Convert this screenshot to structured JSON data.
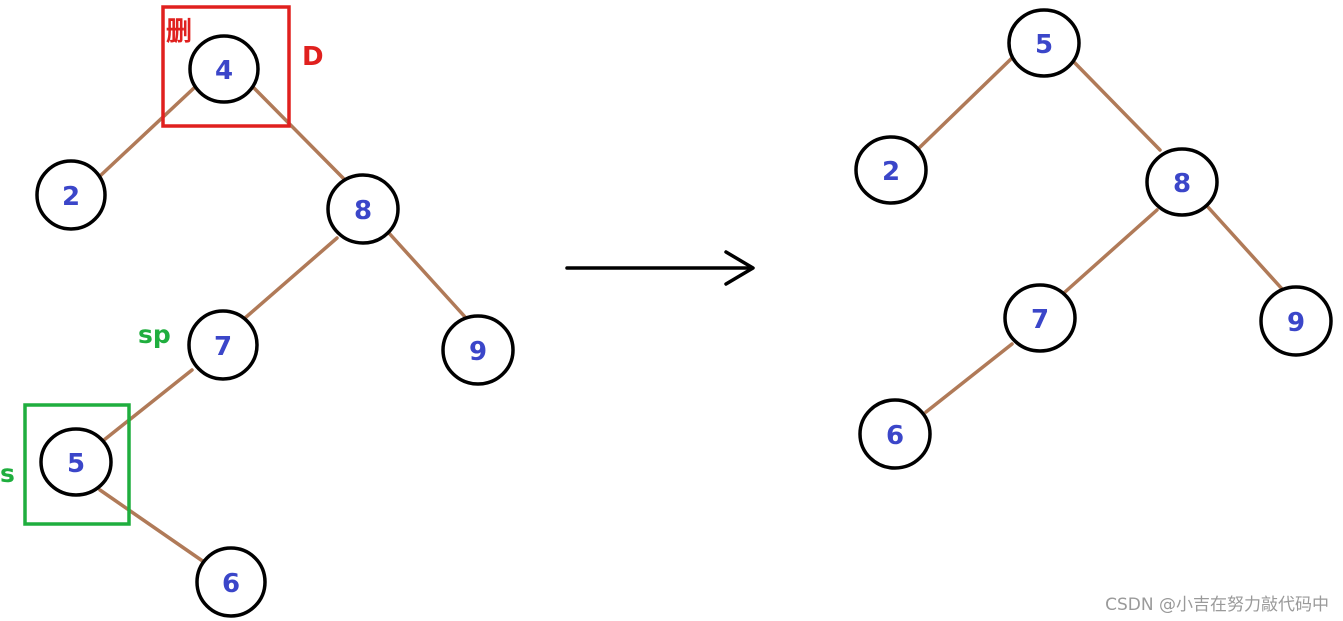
{
  "before_tree": {
    "nodes": [
      {
        "id": "b4",
        "label": "4"
      },
      {
        "id": "b2",
        "label": "2"
      },
      {
        "id": "b8",
        "label": "8"
      },
      {
        "id": "b7",
        "label": "7"
      },
      {
        "id": "b9",
        "label": "9"
      },
      {
        "id": "b5",
        "label": "5"
      },
      {
        "id": "b6",
        "label": "6"
      }
    ],
    "annotations": {
      "delete_mark": "删",
      "d_label": "D",
      "sp_label": "sp",
      "s_label": "s"
    },
    "colors": {
      "delete_box": "#e0201e",
      "successor_box": "#1fae3e"
    }
  },
  "after_tree": {
    "nodes": [
      {
        "id": "a5",
        "label": "5"
      },
      {
        "id": "a2",
        "label": "2"
      },
      {
        "id": "a8",
        "label": "8"
      },
      {
        "id": "a7",
        "label": "7"
      },
      {
        "id": "a9",
        "label": "9"
      },
      {
        "id": "a6",
        "label": "6"
      }
    ]
  },
  "colors": {
    "edge": "#b07a58",
    "node_text": "#3b46c9",
    "node_border": "#000000"
  },
  "watermark": "CSDN @小吉在努力敲代码中"
}
